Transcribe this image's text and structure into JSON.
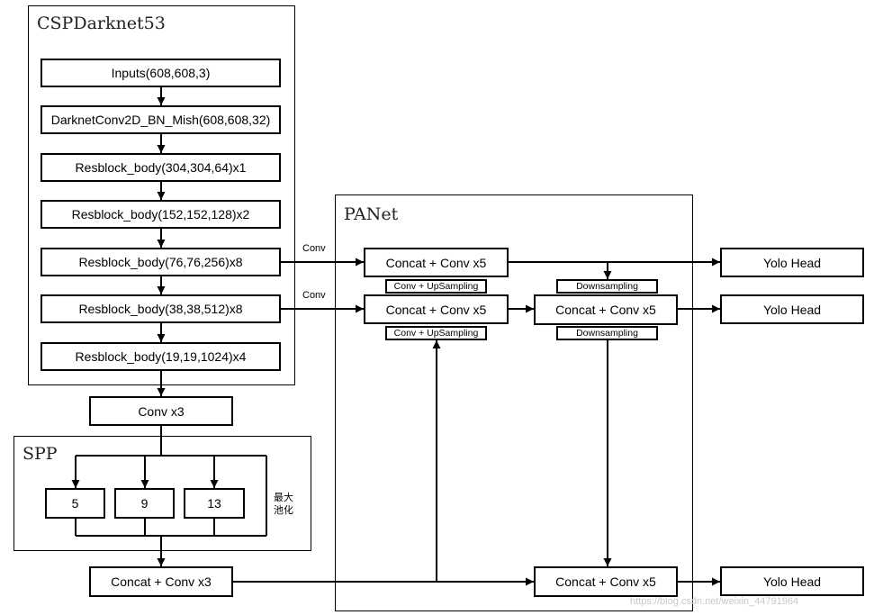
{
  "sections": {
    "backbone": "CSPDarknet53",
    "spp": "SPP",
    "panet": "PANet"
  },
  "backbone_blocks": [
    "Inputs(608,608,3)",
    "DarknetConv2D_BN_Mish(608,608,32)",
    "Resblock_body(304,304,64)x1",
    "Resblock_body(152,152,128)x2",
    "Resblock_body(76,76,256)x8",
    "Resblock_body(38,38,512)x8",
    "Resblock_body(19,19,1024)x4"
  ],
  "neck": {
    "conv_x3": "Conv x3",
    "pool_sizes": [
      "5",
      "9",
      "13"
    ],
    "pool_note": "最大池化",
    "concat_conv_x3": "Concat + Conv x3"
  },
  "panet": {
    "concat_left_top": "Concat + Conv x5",
    "concat_left_mid": "Concat + Conv x5",
    "concat_right_top": "Concat + Conv x5",
    "concat_right_bottom": "Concat + Conv x5",
    "upsampling_1": "Conv + UpSampling",
    "upsampling_2": "Conv + UpSampling",
    "downsampling_1": "Downsampling",
    "downsampling_2": "Downsampling",
    "edge_conv_1": "Conv",
    "edge_conv_2": "Conv"
  },
  "heads": [
    "Yolo Head",
    "Yolo Head",
    "Yolo Head"
  ],
  "watermark": "https://blog.csdn.net/weixin_44791964"
}
